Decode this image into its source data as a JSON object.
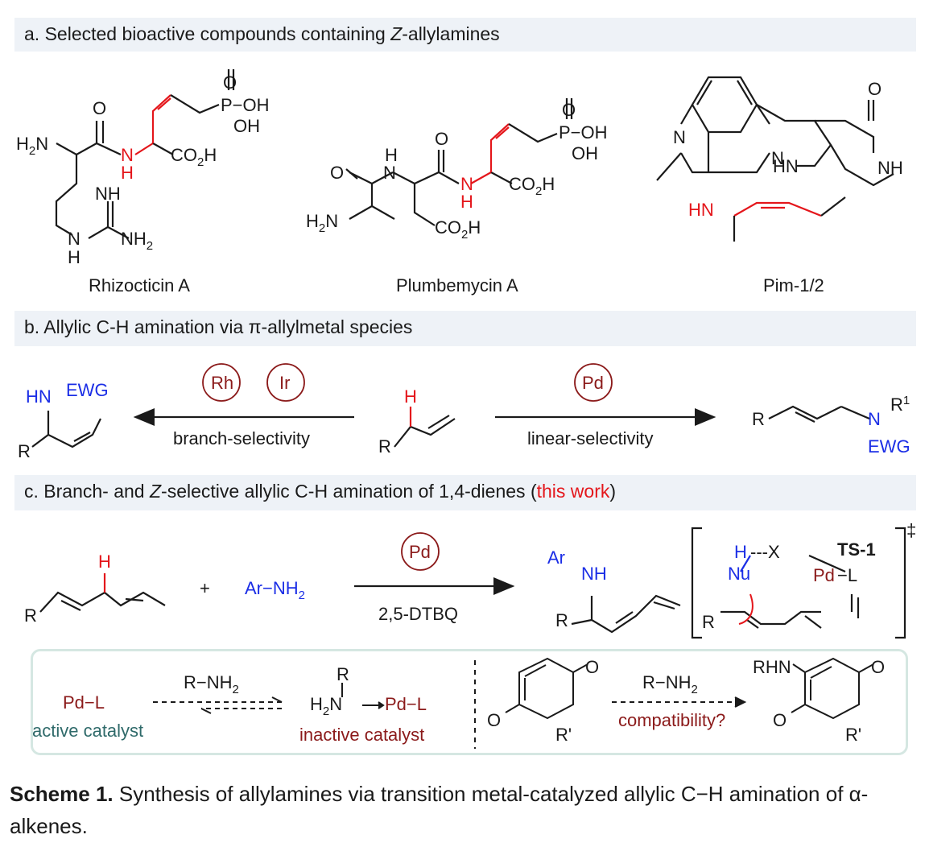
{
  "section_a": {
    "title_prefix": "a. Selected bioactive compounds containing ",
    "title_italic": "Z",
    "title_suffix": "-allylamines",
    "compounds": [
      "Rhizocticin A",
      "Plumbemycin A",
      "Pim-1/2"
    ]
  },
  "section_b": {
    "title": "b. Allylic C-H amination via π-allylmetal species",
    "catalysts_left": [
      "Rh",
      "Ir"
    ],
    "catalyst_right": "Pd",
    "label_left": "branch-selectivity",
    "label_right": "linear-selectivity"
  },
  "section_c": {
    "title_prefix": "c. Branch- and ",
    "title_italic": "Z",
    "title_mid": "-selective allylic C-H amination of 1,4-dienes (",
    "title_red": "this work",
    "title_suffix": ")",
    "reagent": "Ar−NH",
    "reagent_sub": "2",
    "catalyst": "Pd",
    "additive": "2,5-DTBQ",
    "ts_label": "TS-1",
    "ts_mark": "‡"
  },
  "bottom_panel": {
    "left_catalyst": "Pd−L",
    "left_amine": "R−NH",
    "left_amine_sub": "2",
    "active_label": "active catalyst",
    "inactive_label": "inactive catalyst",
    "right_amine": "R−NH",
    "right_amine_sub": "2",
    "compat_label": "compatibility?"
  },
  "caption": {
    "bold": "Scheme 1.",
    "text": " Synthesis of allylamines via transition metal-catalyzed allylic C−H amination of α-alkenes."
  }
}
